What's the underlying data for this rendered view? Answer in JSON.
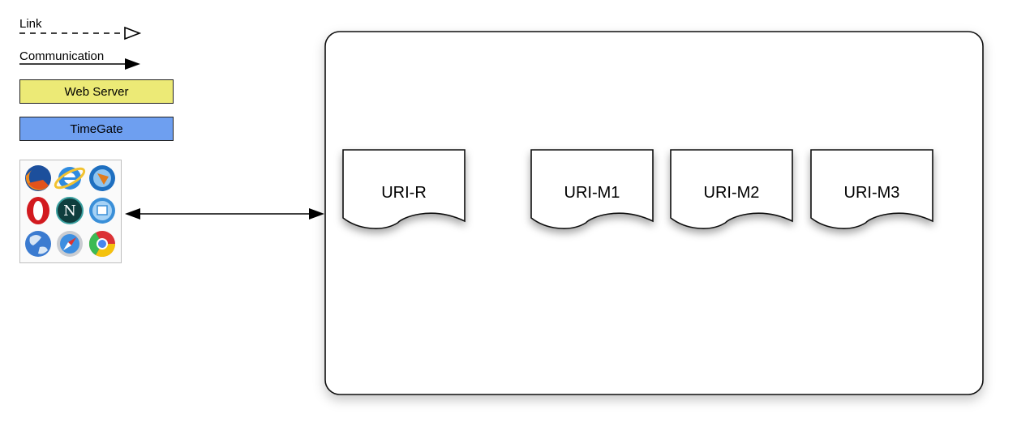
{
  "legend": {
    "link_label": "Link",
    "communication_label": "Communication",
    "web_server_label": "Web Server",
    "timegate_label": "TimeGate",
    "web_server_color": "#ecea76",
    "timegate_color": "#6e9ff0"
  },
  "client": {
    "browser_icons": [
      "firefox-icon",
      "internet-explorer-icon",
      "thunderbird-icon",
      "opera-icon",
      "netscape-icon",
      "mail-client-icon",
      "globe-browser-icon",
      "safari-icon",
      "chrome-icon"
    ]
  },
  "resources": {
    "original": "URI-R",
    "mementos": [
      "URI-M1",
      "URI-M2",
      "URI-M3"
    ]
  }
}
